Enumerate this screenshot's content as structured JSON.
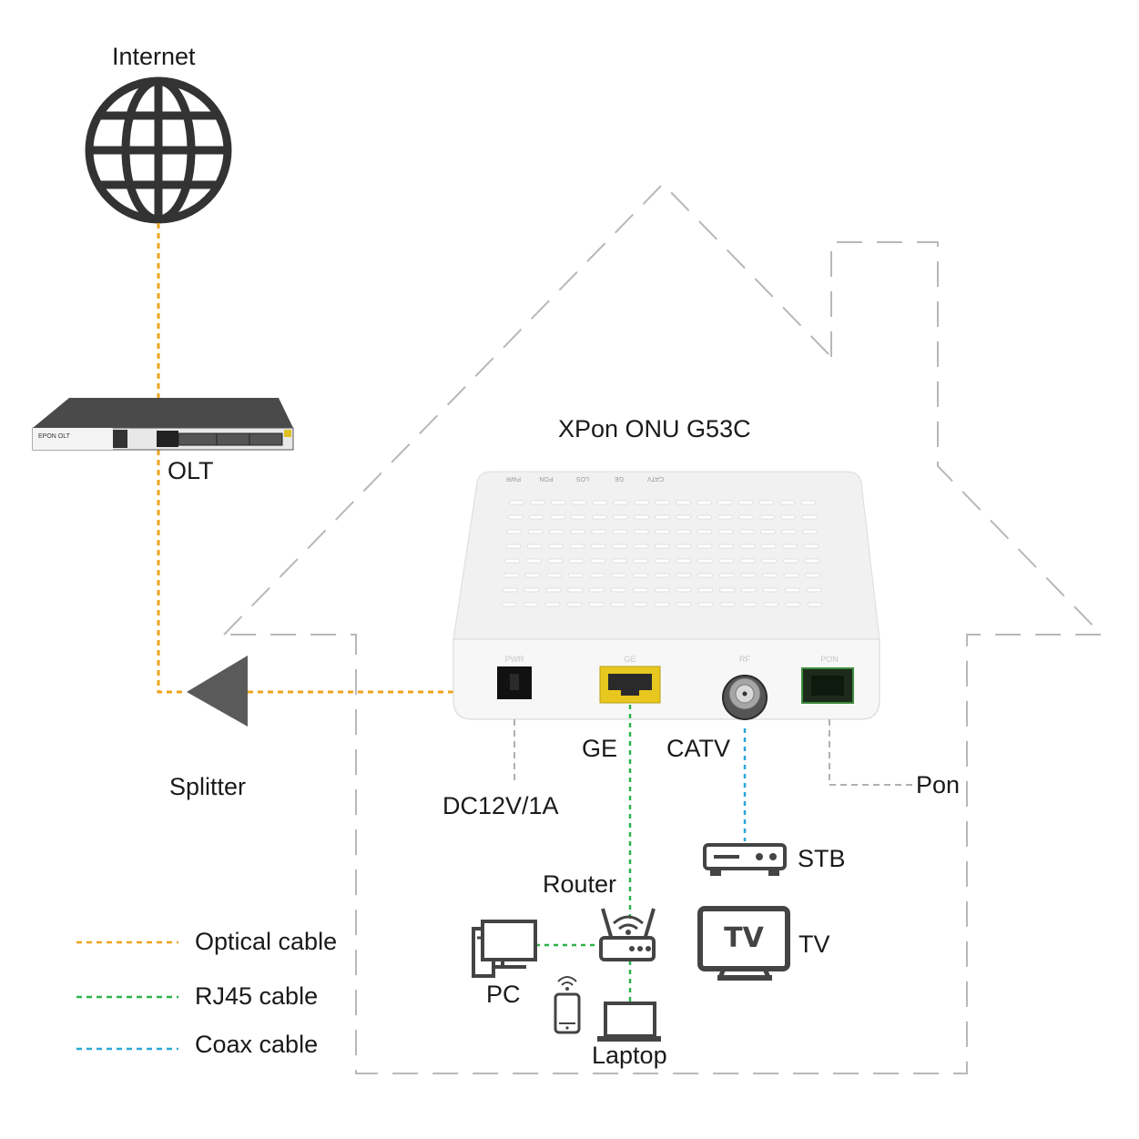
{
  "nodes": {
    "internet": "Internet",
    "olt": "OLT",
    "onu_title": "XPon ONU G53C",
    "splitter": "Splitter",
    "power": "DC12V/1A",
    "ge": "GE",
    "catv": "CATV",
    "pon": "Pon",
    "stb": "STB",
    "tv": "TV",
    "router": "Router",
    "pc": "PC",
    "laptop": "Laptop"
  },
  "device_text": {
    "olt_brand": "EPON OLT",
    "tv_screen": "TV",
    "onu_top_labels": [
      "PWR",
      "PON",
      "LOS",
      "GE",
      "CATV"
    ],
    "onu_port_labels": [
      "PWR",
      "GE",
      "RF",
      "PON"
    ]
  },
  "legend": [
    {
      "label": "Optical cable",
      "color": "#f0a41e"
    },
    {
      "label": "RJ45 cable",
      "color": "#2db24a"
    },
    {
      "label": "Coax cable",
      "color": "#2aa6d6"
    }
  ],
  "colors": {
    "optical": "#f0a41e",
    "rj45": "#2db24a",
    "coax": "#2aa6d6",
    "house_outline": "#b8b8b8",
    "icon": "#444444"
  }
}
